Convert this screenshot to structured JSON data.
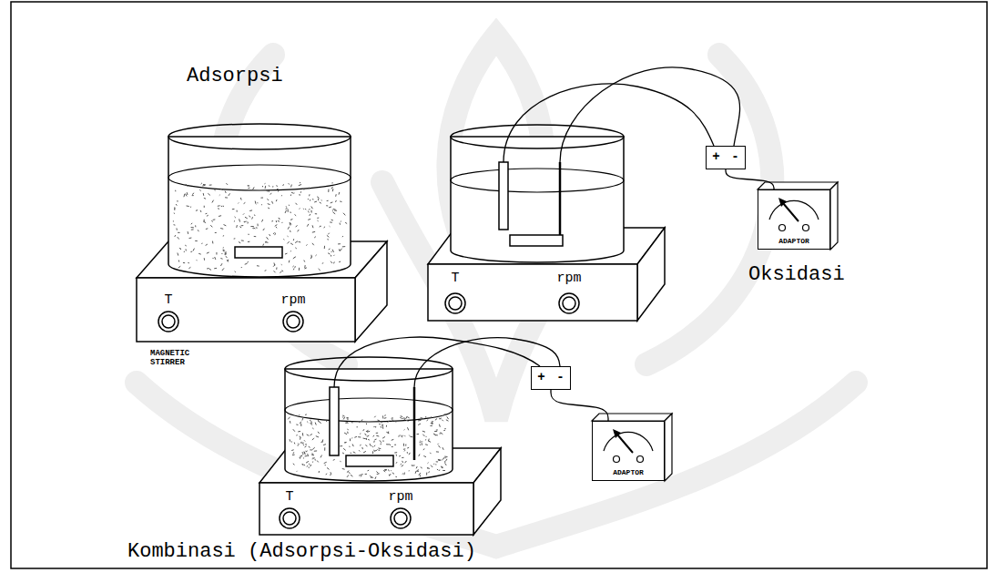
{
  "diagram": {
    "nodes": [
      {
        "text": [
          "+",
          "-"
        ]
      },
      {
        "text": [
          "ADAPTOR"
        ]
      },
      {
        "text": [
          "+",
          "-"
        ]
      },
      {
        "text": [
          "ADAPTOR"
        ]
      }
    ],
    "edges": [
      {
        "from": 0,
        "to": 1,
        "arrow": "none"
      },
      {
        "from": 2,
        "to": 3,
        "arrow": "none"
      }
    ],
    "labels": [
      "Adsorpsi",
      "T",
      "rpm",
      "MAGNETIC STIRRER",
      "T",
      "rpm",
      "Oksidasi",
      "T",
      "rpm",
      "Kombinasi (Adsorpsi-Oksidasi)"
    ]
  }
}
